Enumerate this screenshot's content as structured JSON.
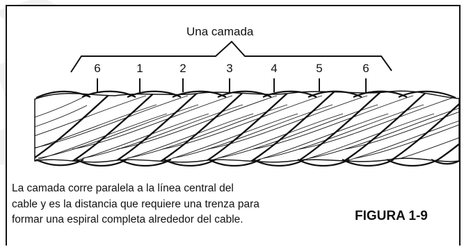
{
  "lay_label": "Una camada",
  "strand_numbers": [
    "6",
    "1",
    "2",
    "3",
    "4",
    "5",
    "6"
  ],
  "caption_lines": [
    "La camada corre paralela a la línea central del",
    "cable y es la distancia que requiere una trenza para",
    "formar una espiral completa alrededor del cable."
  ],
  "figure_label": "FIGURA 1-9",
  "watermark_color": "#f1f1f1",
  "line_color": "#111111"
}
